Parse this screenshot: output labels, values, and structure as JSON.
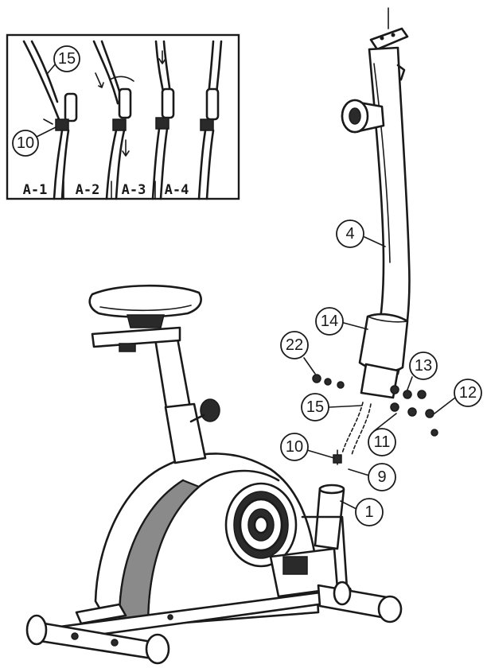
{
  "callouts": {
    "c15_inset": "15",
    "c10_inset": "10",
    "c4": "4",
    "c14": "14",
    "c22": "22",
    "c13": "13",
    "c12": "12",
    "c15": "15",
    "c11": "11",
    "c10": "10",
    "c9": "9",
    "c1": "1"
  },
  "inset_steps": [
    "A-1",
    "A-2",
    "A-3",
    "A-4"
  ]
}
